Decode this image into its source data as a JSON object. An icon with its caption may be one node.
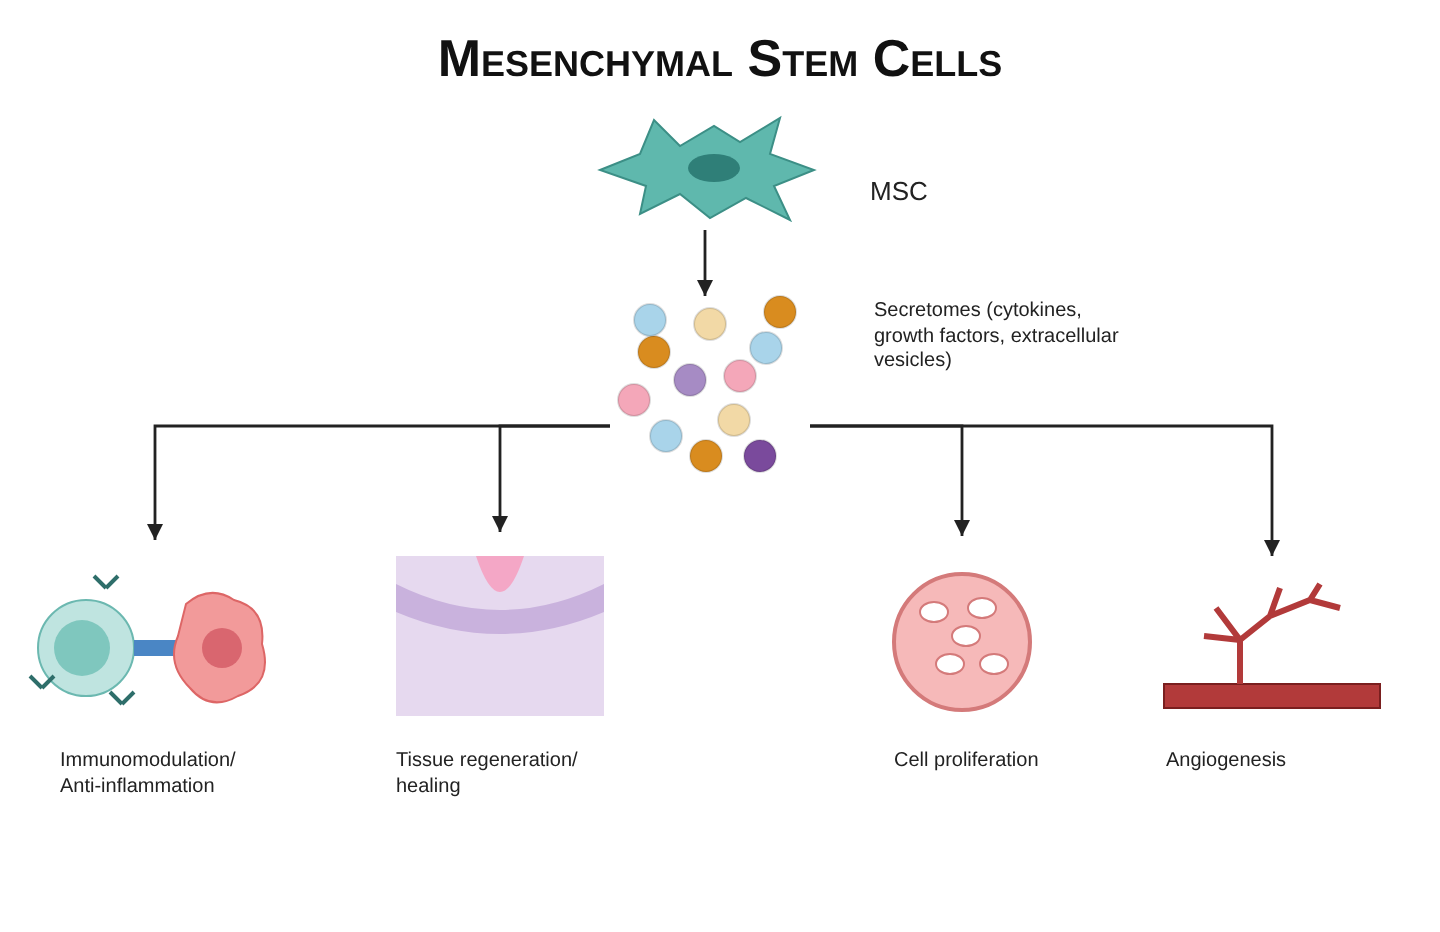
{
  "diagram": {
    "title": "Mesenchymal Stem Cells",
    "nodes": [
      {
        "text": [],
        "shape": "picture",
        "beside": [
          "MSC"
        ]
      },
      {
        "text": [],
        "shape": "picture",
        "beside": [
          "Secretomes (cytokines, growth factors, extracellular vesicles)"
        ]
      },
      {
        "text": [],
        "shape": "picture",
        "beside": [
          "Immunomodulation/ Anti-inflammation"
        ]
      },
      {
        "text": [],
        "shape": "picture",
        "beside": [
          "Tissue regeneration/ healing"
        ]
      },
      {
        "text": [],
        "shape": "picture",
        "beside": [
          "Cell proliferation"
        ]
      },
      {
        "text": [],
        "shape": "picture",
        "beside": [
          "Angiogenesis"
        ]
      }
    ],
    "edges": [
      {
        "from": 0,
        "to": 1,
        "arrow": "to"
      },
      {
        "from": 1,
        "to": 2,
        "arrow": "to"
      },
      {
        "from": 1,
        "to": 3,
        "arrow": "to"
      },
      {
        "from": 1,
        "to": 4,
        "arrow": "to"
      },
      {
        "from": 1,
        "to": 5,
        "arrow": "to"
      }
    ]
  }
}
